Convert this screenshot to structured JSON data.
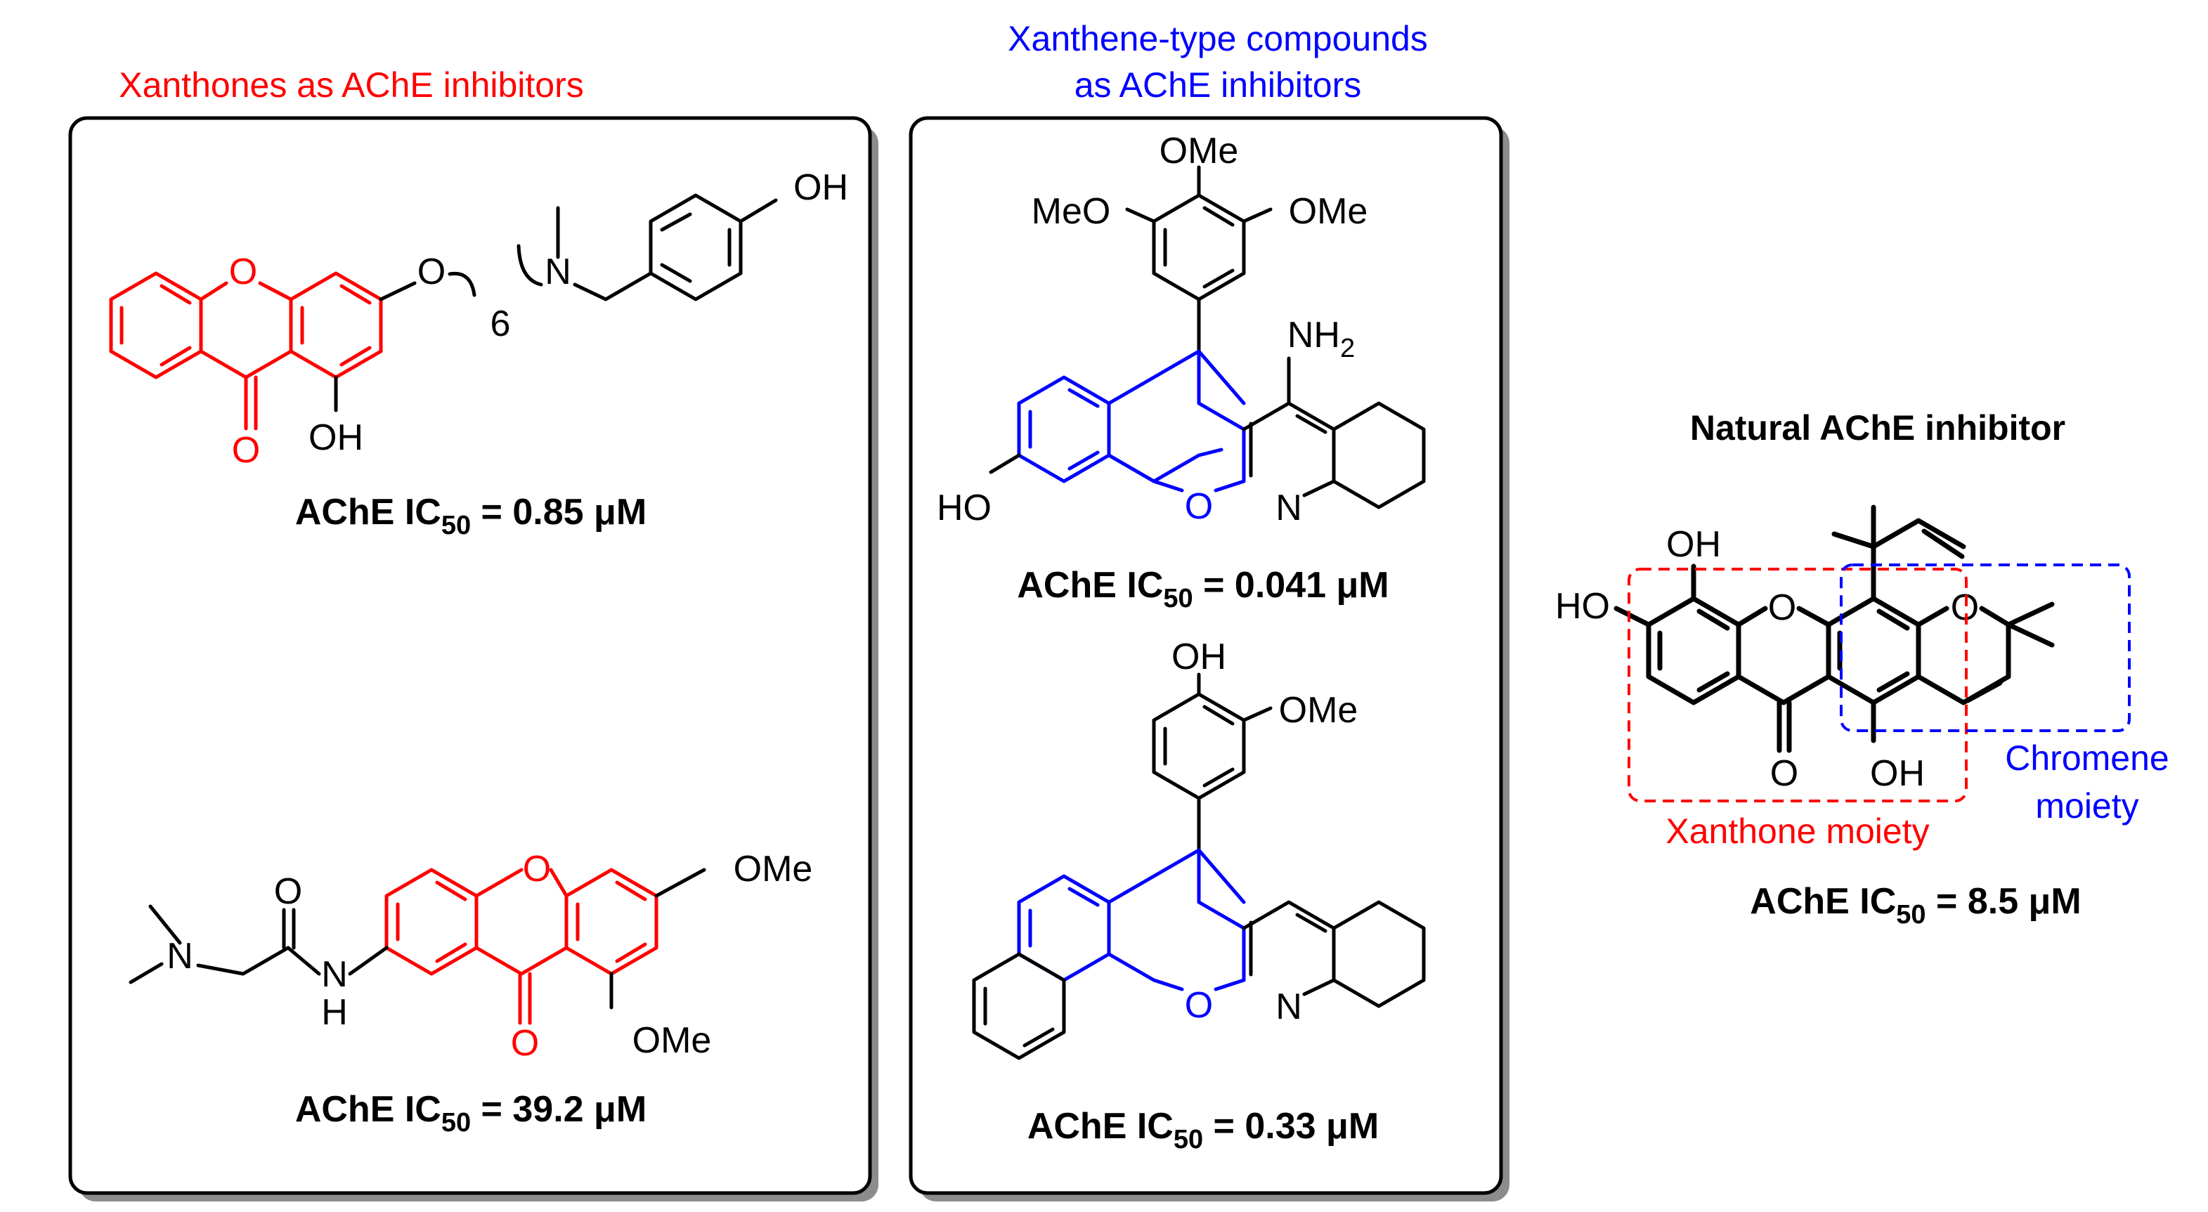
{
  "headings": {
    "xanthones": "Xanthones as AChE inhibitors",
    "xanthene_line1": "Xanthene-type compounds",
    "xanthene_line2": "as AChE inhibitors",
    "natural": "Natural AChE inhibitor"
  },
  "compounds": [
    {
      "ic50_prefix": "AChE IC",
      "ic50_sub": "50",
      "ic50_value": " = 0.85 μM",
      "labels": {
        "ring_o": "O",
        "carbonyl_o": "O",
        "ether_o": "O",
        "chain_n": "N",
        "chain_repeat": "6",
        "hydroxy_1": "OH",
        "hydroxy_2": "OH"
      }
    },
    {
      "ic50_prefix": "AChE IC",
      "ic50_sub": "50",
      "ic50_value": " = 39.2 μM",
      "labels": {
        "ring_o": "O",
        "carbonyl_o": "O",
        "amide_o": "O",
        "amide_n": "N",
        "amide_h": "H",
        "amine_n": "N",
        "methoxy_1": "OMe",
        "methoxy_2": "OMe"
      }
    },
    {
      "ic50_prefix": "AChE IC",
      "ic50_sub": "50",
      "ic50_value": " = 0.041 μM",
      "labels": {
        "ring_o": "O",
        "ring_n": "N",
        "amine": "NH",
        "amine_sub": "2",
        "hydroxy": "HO",
        "methoxy_top": "OMe",
        "methoxy_left": "MeO",
        "methoxy_right": "OMe"
      }
    },
    {
      "ic50_prefix": "AChE IC",
      "ic50_sub": "50",
      "ic50_value": " = 0.33 μM",
      "labels": {
        "ring_o": "O",
        "ring_n": "N",
        "hydroxy": "OH",
        "methoxy": "OMe"
      }
    },
    {
      "ic50_prefix": "AChE IC",
      "ic50_sub": "50",
      "ic50_value": " = 8.5 μM",
      "labels": {
        "ring_o": "O",
        "pyran_o": "O",
        "carbonyl_o": "O",
        "hydroxy_top": "OH",
        "hydroxy_left": "HO",
        "hydroxy_bottom": "OH"
      }
    }
  ],
  "moieties": {
    "xanthone": "Xanthone moiety",
    "chromene_line1": "Chromene",
    "chromene_line2": "moiety"
  },
  "colors": {
    "xanthone_core": "#ff0000",
    "xanthene_core": "#0000ff",
    "panel_shadow": "#8c8c8c"
  }
}
